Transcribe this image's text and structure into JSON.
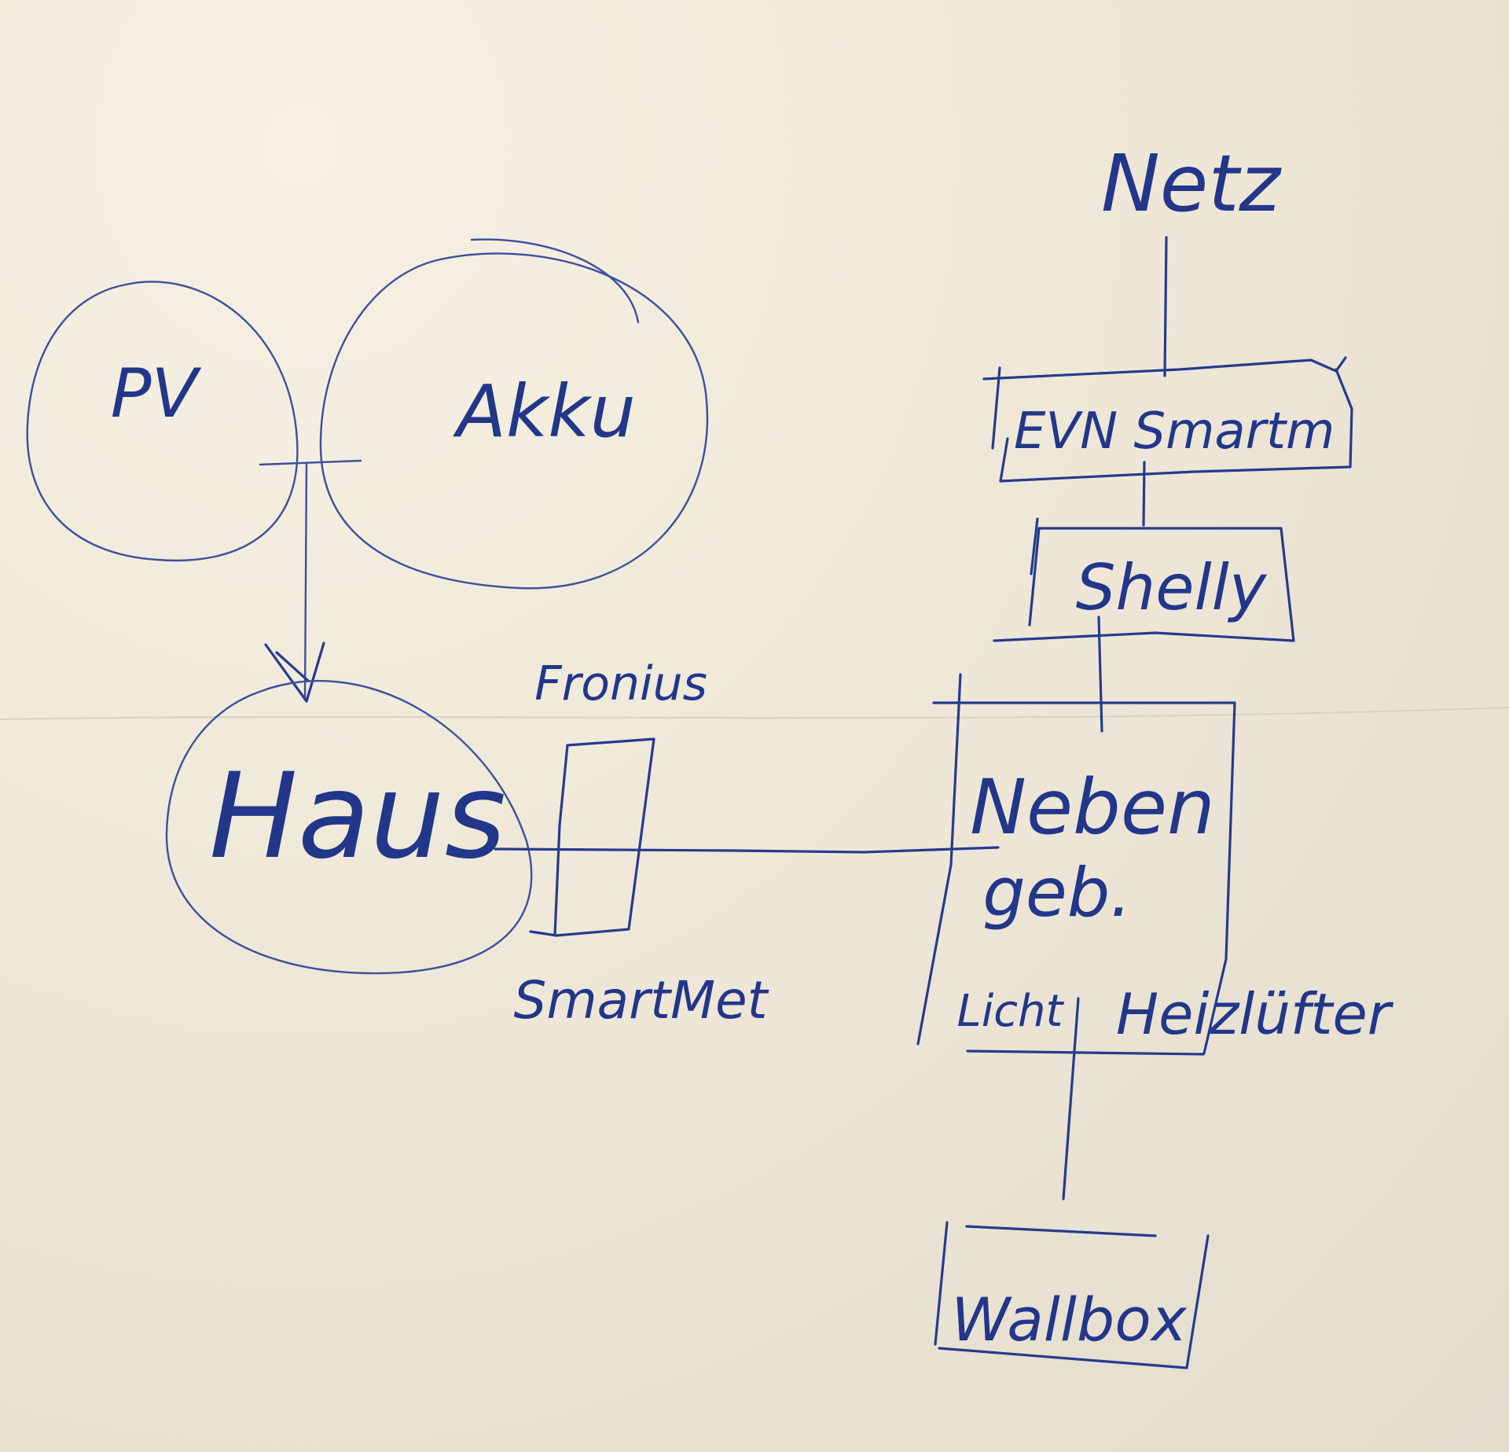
{
  "diagram": {
    "nodes": {
      "pv": "PV",
      "akku": "Akku",
      "haus": "Haus",
      "fronius": "Fronius",
      "smartmeter": "SmartMet",
      "netz": "Netz",
      "evn_smartmeter": "EVN Smartm",
      "shelly": "Shelly",
      "nebengebaeude_line1": "Neben",
      "nebengebaeude_line2": "geb.",
      "licht": "Licht",
      "heizluefter": "Heizlüfter",
      "wallbox": "Wallbox"
    },
    "colors": {
      "ink": "#263a8f",
      "paper": "#efe9dc"
    }
  }
}
